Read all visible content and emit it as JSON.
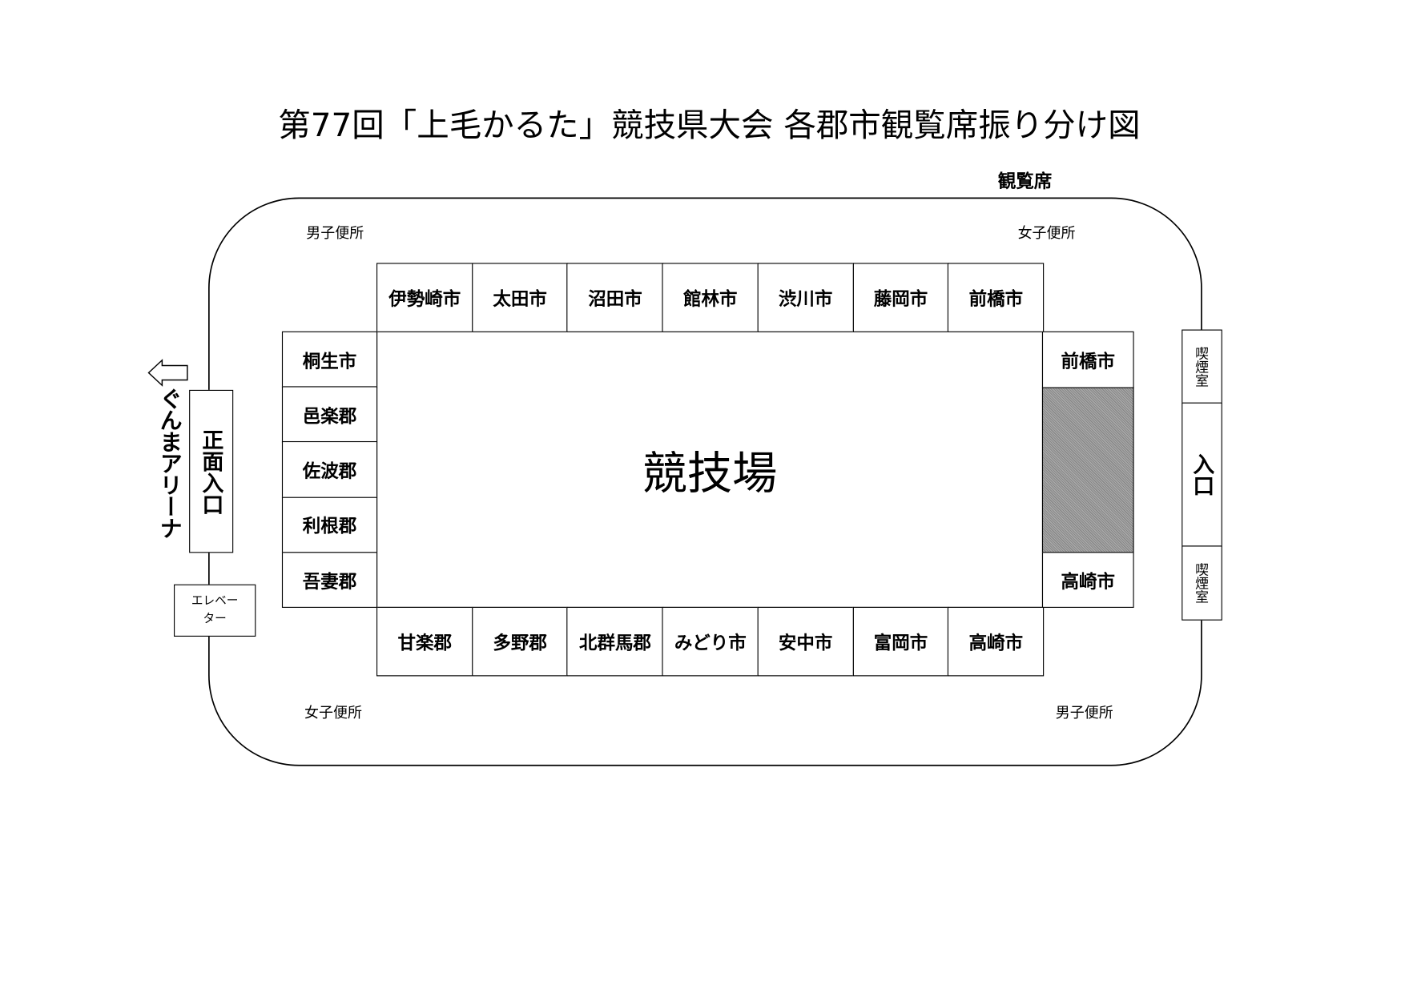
{
  "title": "第77回「上毛かるた」競技県大会 各郡市観覧席振り分け図",
  "seating_label": "観覧席",
  "restrooms": {
    "top_left": "男子便所",
    "top_right": "女子便所",
    "bottom_left": "女子便所",
    "bottom_right": "男子便所"
  },
  "field_label": "競技場",
  "top_row": [
    "伊勢崎市",
    "太田市",
    "沼田市",
    "館林市",
    "渋川市",
    "藤岡市",
    "前橋市"
  ],
  "left_column": [
    "桐生市",
    "邑楽郡",
    "佐波郡",
    "利根郡",
    "吾妻郡"
  ],
  "right_column": {
    "top": "前橋市",
    "bottom": "高崎市"
  },
  "bottom_row": [
    "甘楽郡",
    "多野郡",
    "北群馬郡",
    "みどり市",
    "安中市",
    "富岡市",
    "高崎市"
  ],
  "left_side": {
    "main_entrance": "正面入口",
    "arena_direction": "ぐんまアリーナ",
    "elevator_line1": "エレベー",
    "elevator_line2": "ター"
  },
  "right_side": {
    "smoking_top": "喫煙室",
    "entrance": "入口",
    "smoking_bottom": "喫煙室"
  }
}
